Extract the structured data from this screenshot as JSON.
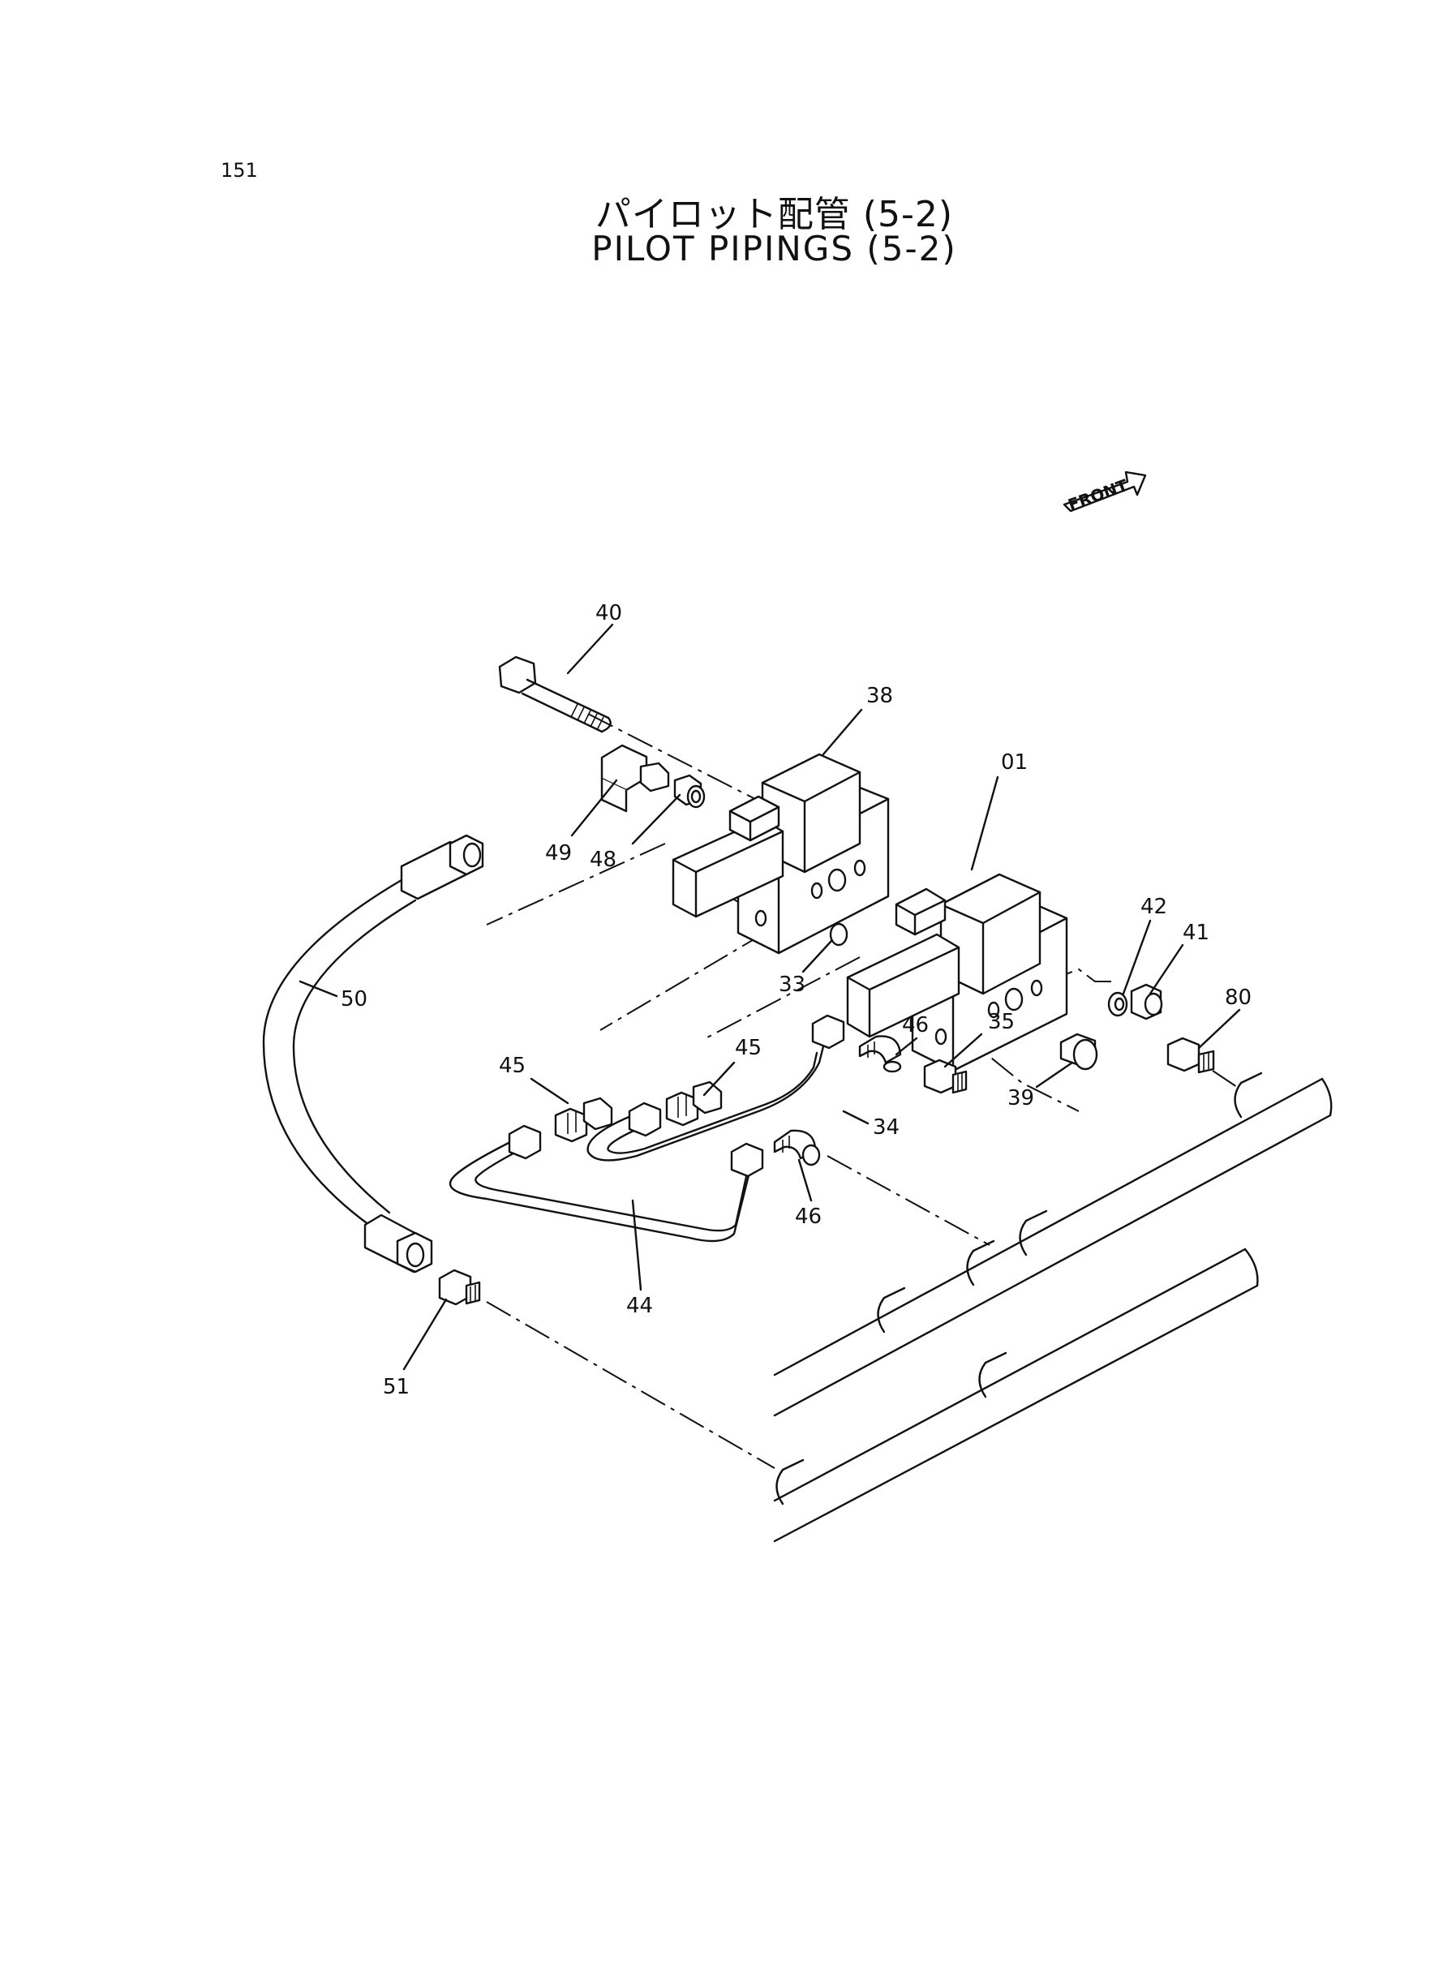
{
  "page_number": "151",
  "title_jp": "パイロット配管 (5-2)",
  "title_en": "PILOT PIPINGS  (5-2)",
  "front_label": "FRONT",
  "callouts": {
    "c40": "40",
    "c38": "38",
    "c01": "01",
    "c49": "49",
    "c48": "48",
    "c33": "33",
    "c42": "42",
    "c41": "41",
    "c50": "50",
    "c45a": "45",
    "c45b": "45",
    "c46a": "46",
    "c35": "35",
    "c80": "80",
    "c34": "34",
    "c39": "39",
    "c46b": "46",
    "c44": "44",
    "c51": "51"
  }
}
